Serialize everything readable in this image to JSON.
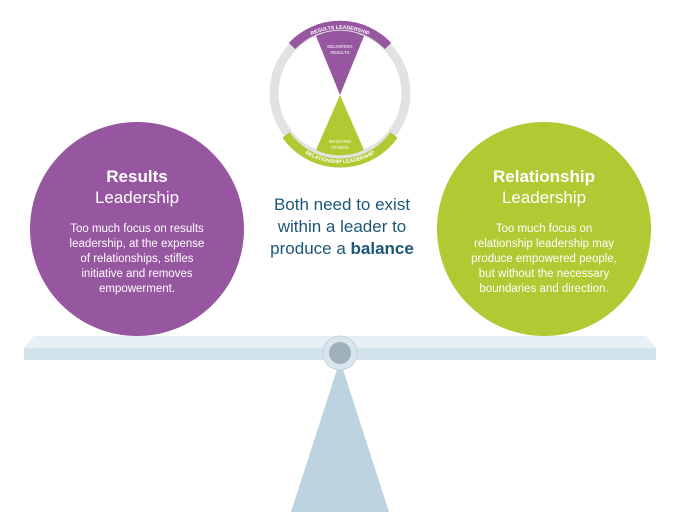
{
  "wheel": {
    "top_arc_label": "RESULTS LEADERSHIP",
    "bottom_arc_label": "RELATIONSHIP LEADERSHIP",
    "upper_segment_text": [
      "DELIVERING",
      "RESULTS"
    ],
    "lower_segment_text": [
      "INVOLVING",
      "OTHERS"
    ]
  },
  "results_circle": {
    "title": "Results",
    "subtitle": "Leadership",
    "description": [
      "Too much focus on results",
      "leadership, at the expense",
      "of relationships, stifles",
      "initiative and removes",
      "empowerment."
    ]
  },
  "relationship_circle": {
    "title": "Relationship",
    "subtitle": "Leadership",
    "description": [
      "Too much focus on",
      "relationship leadership may",
      "produce empowered people,",
      "but without the necessary",
      "boundaries and direction."
    ]
  },
  "center_message": {
    "line1": "Both need to exist",
    "line2": "within a leader to",
    "line3_prefix": "produce a ",
    "line3_emphasis": "balance"
  },
  "colors": {
    "purple": "#9756a0",
    "green": "#b2c934",
    "navy_text": "#1d5778",
    "beam": "#d7e6ef",
    "stand": "#bdd3e0",
    "pivot": "#9fb1bd",
    "ring_gray": "#e2e2e2"
  }
}
